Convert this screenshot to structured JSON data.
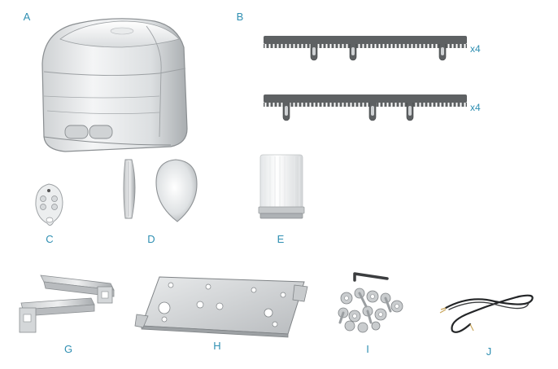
{
  "labels": {
    "a": "A",
    "b": "B",
    "c": "C",
    "d": "D",
    "e": "E",
    "g": "G",
    "h": "H",
    "i": "I",
    "j": "J"
  },
  "quantities": {
    "rack_top": "x4",
    "rack_bottom": "x4"
  },
  "parts": {
    "a": "motor-unit",
    "b": "gear-rack",
    "c": "remote-control",
    "d": "photocell-reflector",
    "e": "flashing-lamp",
    "g": "limit-switch-brackets",
    "h": "base-plate",
    "i": "bolts-and-hex-key",
    "j": "cable"
  },
  "colors": {
    "label": "#2f8fb2",
    "rack": "#5e6163",
    "metal": "#b9bcbf"
  }
}
